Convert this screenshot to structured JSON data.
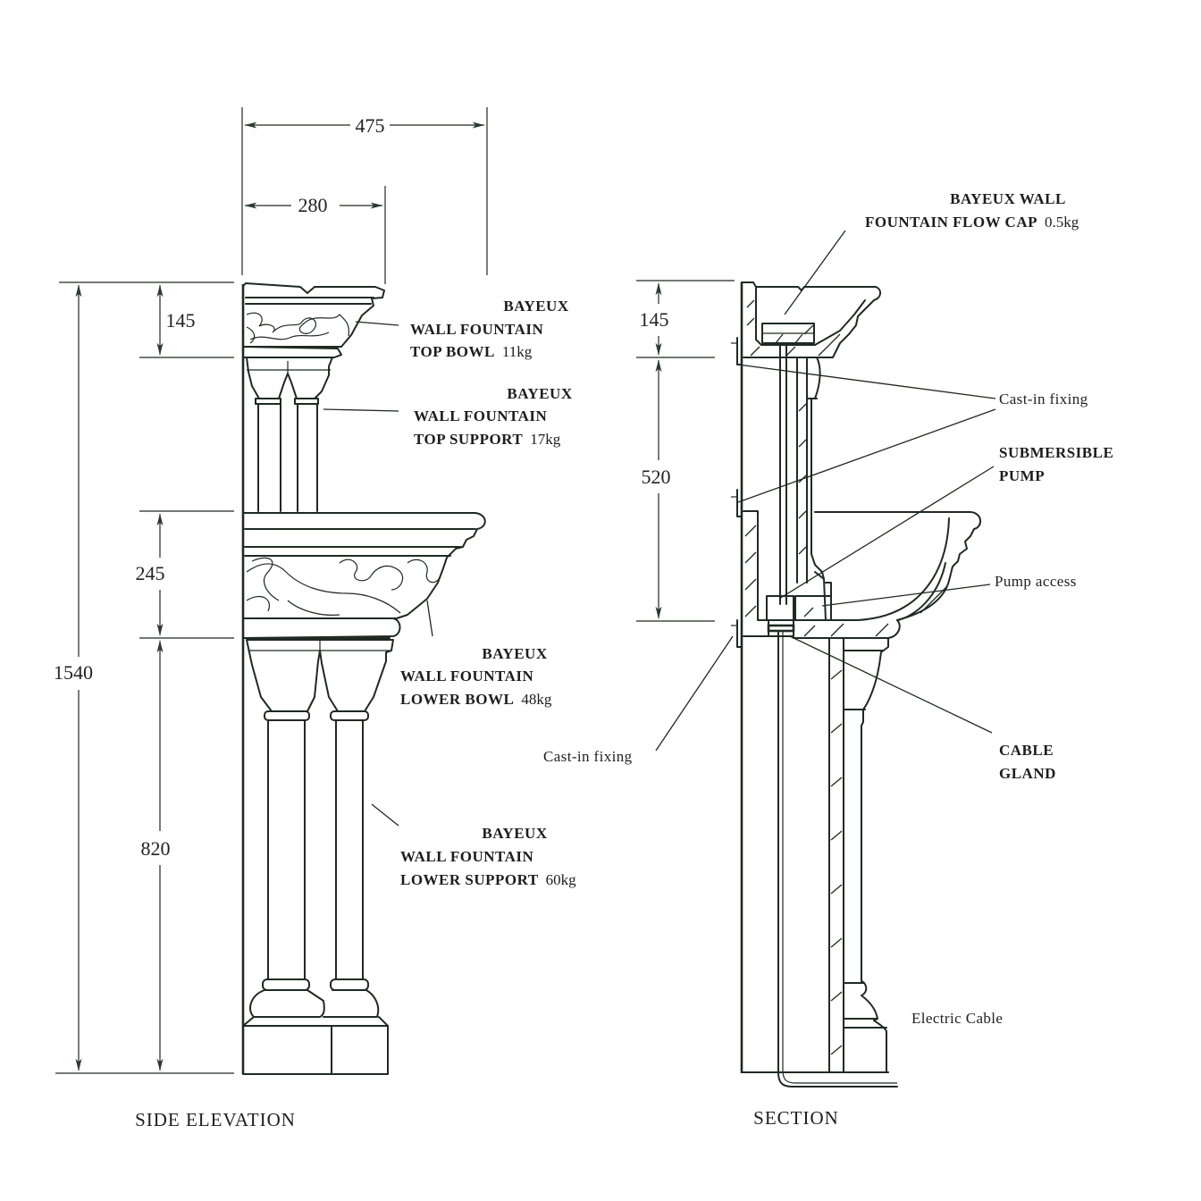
{
  "colors": {
    "ink": "#1f2a22",
    "arrow": "#2b3a2e",
    "background": "#ffffff"
  },
  "side_elevation": {
    "caption": "SIDE ELEVATION",
    "dimensions": {
      "overall_depth": "475",
      "top_depth": "280",
      "overall_height": "1540",
      "top_bowl_height": "145",
      "lower_bowl_height": "245",
      "lower_support_height": "820"
    },
    "labels": [
      {
        "line1": "BAYEUX",
        "line2": "WALL FOUNTAIN",
        "line3": "TOP BOWL",
        "weight": "11kg"
      },
      {
        "line1": "BAYEUX",
        "line2": "WALL FOUNTAIN",
        "line3": "TOP SUPPORT",
        "weight": "17kg"
      },
      {
        "line1": "BAYEUX",
        "line2": "WALL FOUNTAIN",
        "line3": "LOWER BOWL",
        "weight": "48kg"
      },
      {
        "line1": "BAYEUX",
        "line2": "WALL FOUNTAIN",
        "line3": "LOWER SUPPORT",
        "weight": "60kg"
      }
    ]
  },
  "section": {
    "caption": "SECTION",
    "dimensions": {
      "top_bowl_height": "145",
      "top_support_height": "520"
    },
    "flow_cap": {
      "line1": "BAYEUX WALL",
      "line2": "FOUNTAIN FLOW CAP",
      "weight": "0.5kg"
    },
    "cast_in_fixing_right": "Cast-in fixing",
    "cast_in_fixing_left": "Cast-in fixing",
    "pump": {
      "line1": "SUBMERSIBLE",
      "line2": "PUMP"
    },
    "pump_access": "Pump access",
    "cable_gland": {
      "line1": "CABLE",
      "line2": "GLAND"
    },
    "electric_cable": "Electric Cable"
  }
}
